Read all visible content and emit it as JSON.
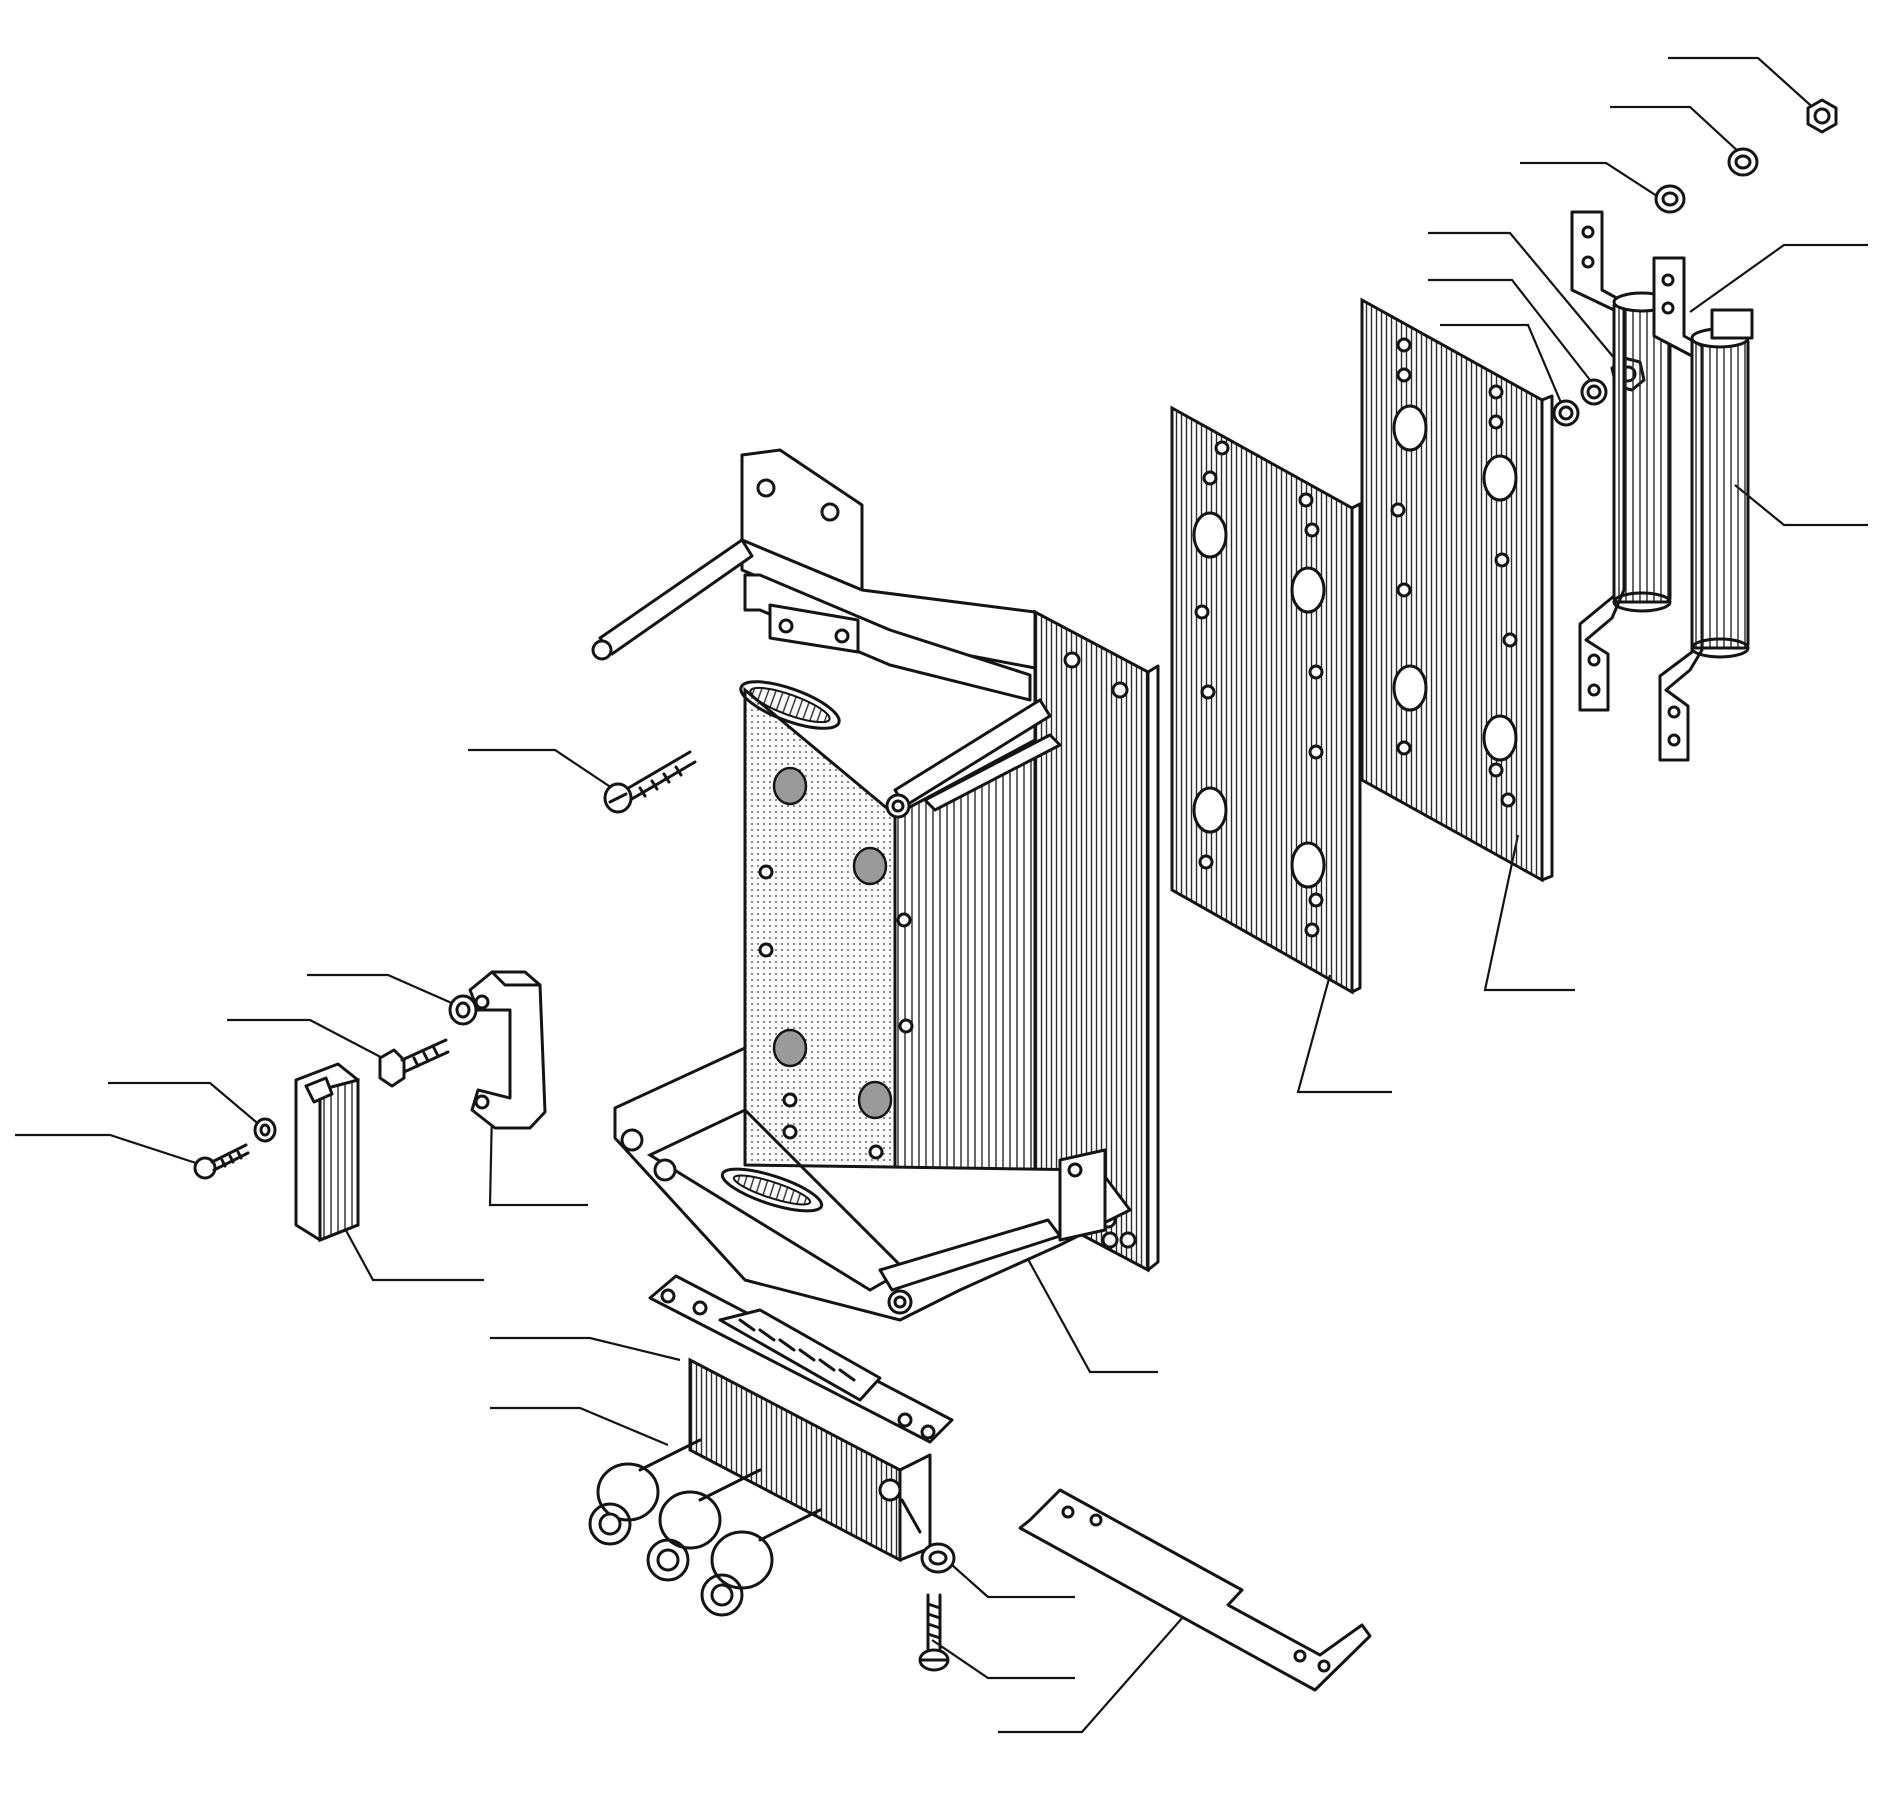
{
  "diagram": {
    "kind": "exploded-parts-drawing",
    "ink_color": "#141414",
    "background": "#ffffff",
    "parts": [
      {
        "id": "nut-top",
        "icon": "hex-nut-icon"
      },
      {
        "id": "washer-top-1",
        "icon": "washer-icon"
      },
      {
        "id": "washer-top-2",
        "icon": "washer-icon"
      },
      {
        "id": "stud-nut",
        "icon": "hex-nut-icon"
      },
      {
        "id": "washer-mid-1",
        "icon": "washer-icon"
      },
      {
        "id": "washer-mid-2",
        "icon": "washer-icon"
      },
      {
        "id": "bus-bar-left",
        "icon": "bus-bar-icon"
      },
      {
        "id": "bus-bar-right",
        "icon": "bus-bar-icon"
      },
      {
        "id": "insulating-plate-rear",
        "icon": "plate-icon"
      },
      {
        "id": "insulating-plate-front",
        "icon": "plate-icon"
      },
      {
        "id": "main-frame",
        "icon": "frame-icon"
      },
      {
        "id": "long-screw",
        "icon": "screw-icon"
      },
      {
        "id": "clamp-bracket",
        "icon": "bracket-icon"
      },
      {
        "id": "hex-bolt",
        "icon": "bolt-icon"
      },
      {
        "id": "plain-washer",
        "icon": "washer-icon"
      },
      {
        "id": "spring-washer",
        "icon": "washer-icon"
      },
      {
        "id": "small-screw",
        "icon": "screw-icon"
      },
      {
        "id": "terminal-block",
        "icon": "terminal-icon"
      },
      {
        "id": "connector-housing",
        "icon": "connector-icon"
      },
      {
        "id": "cable-gland",
        "icon": "gland-icon"
      },
      {
        "id": "lock-washer-lower",
        "icon": "washer-icon"
      },
      {
        "id": "mounting-screw-lower",
        "icon": "screw-icon"
      },
      {
        "id": "cover-strip",
        "icon": "strip-icon"
      }
    ]
  }
}
